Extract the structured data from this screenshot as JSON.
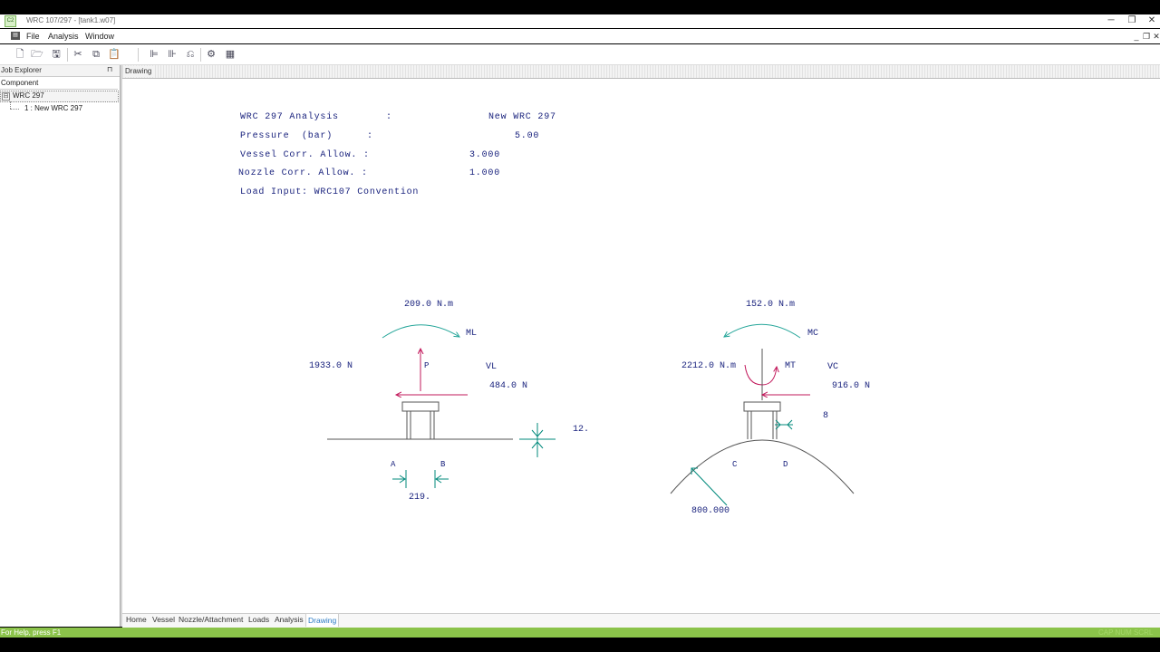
{
  "window": {
    "title": "WRC 107/297 - [tank1.w07]",
    "app_icon": "C2",
    "minimize_glyph": "─",
    "restore_glyph": "❐",
    "close_glyph": "✕"
  },
  "menubar": {
    "items": [
      "File",
      "Analysis",
      "Window"
    ],
    "mdi_minimize": "_",
    "mdi_restore": "❐",
    "mdi_close": "✕"
  },
  "toolbar": {
    "icons": [
      "new-file-icon",
      "open-folder-icon",
      "save-icon",
      "cut-icon",
      "copy-icon",
      "paste-icon",
      "align-left-icon",
      "hierarchy-icon",
      "undo-icon",
      "run-analysis-icon",
      "report-icon"
    ]
  },
  "job_explorer": {
    "title": "Job Explorer",
    "pin": "⊓",
    "column_header": "Component",
    "tree": {
      "toggle": "⊟",
      "root": "WRC 297",
      "children": [
        "1 : New WRC 297"
      ]
    }
  },
  "document": {
    "title": "Drawing"
  },
  "info": {
    "rows": [
      {
        "label": "WRC 297 Analysis",
        "sep": ":",
        "value": "New WRC 297"
      },
      {
        "label": "Pressure  (bar)",
        "sep": ":",
        "value": "5.00"
      },
      {
        "label": "Vessel Corr. Allow. :",
        "sep": "",
        "value": "3.000"
      },
      {
        "label": "Nozzle Corr. Allow. :",
        "sep": "",
        "value": "1.000"
      },
      {
        "label": "Load Input: WRC107 Convention",
        "sep": "",
        "value": ""
      }
    ]
  },
  "drawing": {
    "left": {
      "ml_moment": "209.0 N.m",
      "ml_label": "ML",
      "p_force": "1933.0 N",
      "p_label": "P",
      "vl_label": "VL",
      "vl_force": "484.0 N",
      "thickness": "12.",
      "point_a": "A",
      "point_b": "B",
      "diameter": "219."
    },
    "right": {
      "mc_moment": "152.0 N.m",
      "mc_label": "MC",
      "mt_moment": "2212.0 N.m",
      "mt_label": "MT",
      "vc_label": "VC",
      "vc_force": "916.0 N",
      "thickness": "8",
      "point_c": "C",
      "point_d": "D",
      "vessel_diameter": "800.000"
    },
    "colors": {
      "text": "#1a237e",
      "arrow_magenta": "#c2185b",
      "arrow_teal": "#26a69a",
      "outline": "#555555",
      "dim": "#00897b"
    }
  },
  "tabs": [
    "Home",
    "Vessel",
    "Nozzle/Attachment",
    "Loads",
    "Analysis",
    "Drawing"
  ],
  "active_tab": "Drawing",
  "status": {
    "help": "For Help, press F1",
    "indicators": "CAP NUM SCRL"
  }
}
